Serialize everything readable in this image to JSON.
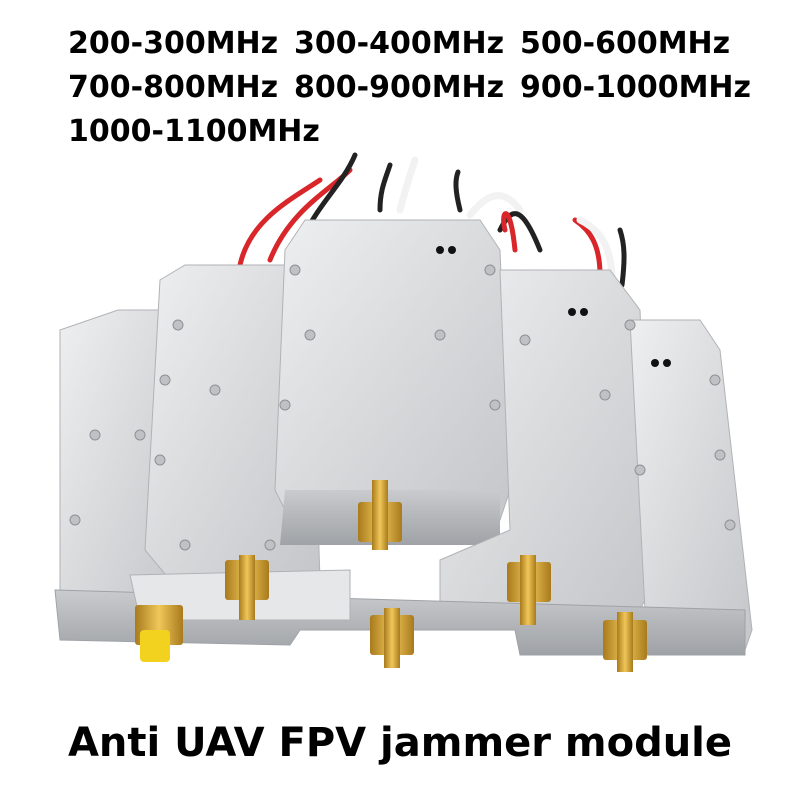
{
  "frequency_bands": [
    [
      "200-300MHz",
      "300-400MHz",
      "500-600MHz"
    ],
    [
      "700-800MHz",
      "800-900MHz",
      "900-1000MHz"
    ],
    [
      "1000-1100MHz"
    ]
  ],
  "caption": "Anti UAV FPV jammer module",
  "colors": {
    "text": "#000000",
    "aluminum": "#d9dadc",
    "aluminum_dark": "#b9bbbe",
    "connector_gold": "#d9a93a",
    "cap_yellow": "#f3d21f",
    "wire_red": "#d8262a",
    "wire_black": "#222222",
    "wire_white": "#f2f2f2"
  }
}
